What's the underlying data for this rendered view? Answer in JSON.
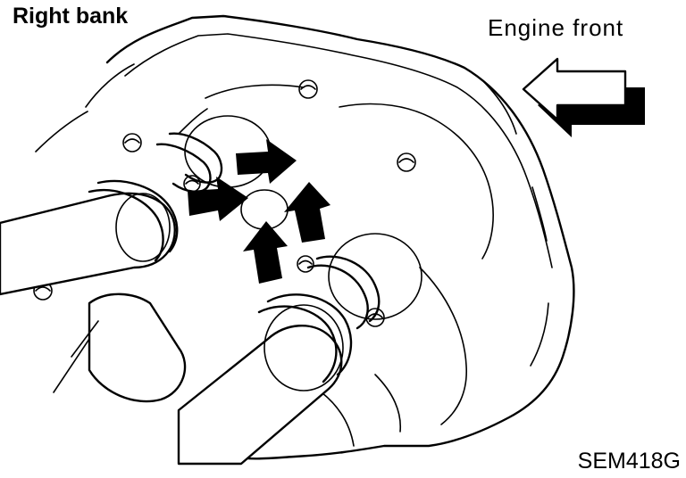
{
  "title": "Right bank",
  "direction_label": "Engine front",
  "figure_code": "SEM418G",
  "icons": [
    "engine-front-arrow-icon",
    "indicator-arrow-icon"
  ],
  "colors": {
    "line": "#000000",
    "background": "#ffffff"
  }
}
